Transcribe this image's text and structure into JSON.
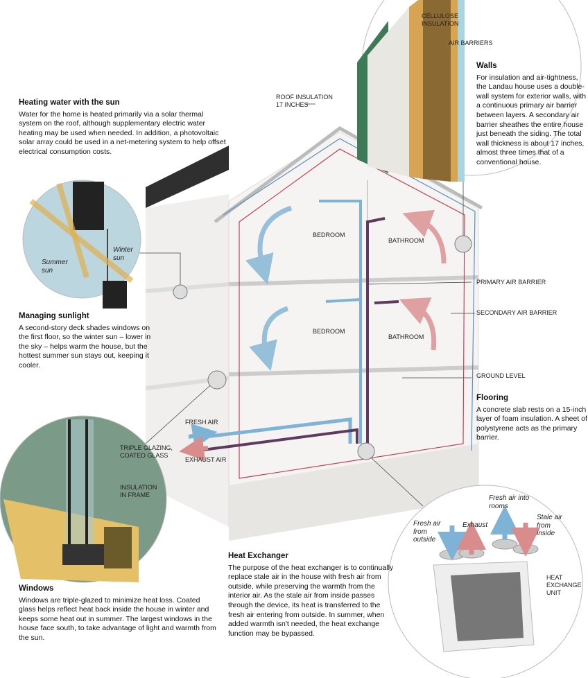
{
  "sections": {
    "heating_water": {
      "title": "Heating water with the sun",
      "body": "Water for the home is heated primarily via a solar thermal system on the roof, although supplementary electric water heating may be used when needed. In addition, a photovoltaic solar array could be used in a net-metering system to help offset electrical consumption costs."
    },
    "walls": {
      "title": "Walls",
      "body": "For insulation and air-tightness, the Landau house uses a double-wall system for exterior walls, with a continuous primary air barrier between layers. A secondary air barrier sheathes the entire house just beneath the siding. The total wall thickness is about 17 inches, almost three times that of a conventional house."
    },
    "sunlight": {
      "title": "Managing sunlight",
      "body": "A second-story deck shades windows on the first floor, so the winter sun – lower in the sky – helps warm the house, but the hottest summer sun stays out, keeping it cooler."
    },
    "flooring": {
      "title": "Flooring",
      "body": "A concrete slab rests on a 15-inch layer of foam insulation. A sheet of polystyrene acts as the primary barrier."
    },
    "heat_exchanger": {
      "title": "Heat Exchanger",
      "body": "The purpose of the heat exchanger is to continually replace stale air in the house with fresh air from outside, while preserving the warmth from the interior air. As the stale air from inside passes through the device, its heat is transferred to the fresh air entering from outside. In summer, when added warmth isn't needed, the heat exchange function may be bypassed."
    },
    "windows": {
      "title": "Windows",
      "body": "Windows are triple-glazed to minimize heat loss. Coated glass helps reflect heat back inside the house in winter and keeps some heat out in summer. The largest windows in the house face south, to take advantage of light and warmth from the sun."
    }
  },
  "labels": {
    "cellulose": "CELLULOSE INSULATION",
    "air_barriers": "AIR BARRIERS",
    "roof_insulation": "ROOF INSULATION 17 INCHES",
    "bedroom_upper": "BEDROOM",
    "bathroom_upper": "BATHROOM",
    "bedroom_lower": "BEDROOM",
    "bathroom_lower": "BATHROOM",
    "primary_barrier": "PRIMARY AIR BARRIER",
    "secondary_barrier": "SECONDARY AIR BARRIER",
    "ground_level": "GROUND LEVEL",
    "fresh_air": "FRESH AIR",
    "exhaust_air": "EXHAUST AIR",
    "triple_glazing": "TRIPLE GLAZING, COATED GLASS",
    "insulation_frame": "INSULATION IN FRAME",
    "summer_sun": "Summer sun",
    "winter_sun": "Winter sun",
    "fresh_outside": "Fresh air from outside",
    "exhaust": "Exhaust",
    "fresh_rooms": "Fresh air into rooms",
    "stale_inside": "Stale air from inside",
    "heat_exchange_unit": "HEAT EXCHANGE UNIT"
  },
  "colors": {
    "fresh": "#7fb3d5",
    "exhaust": "#d98c8c",
    "duct_stale": "#5e3a5e",
    "primary_barrier": "#c0405a",
    "secondary_barrier": "#5a8fc0"
  }
}
